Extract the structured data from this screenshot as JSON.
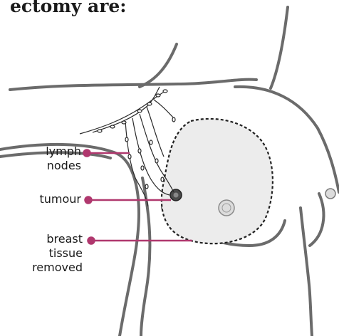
{
  "caption": "ectomy are:",
  "labels": {
    "lymph_nodes": "lymph\nnodes",
    "tumour": "tumour",
    "breast_tissue_removed": "breast\ntissue\nremoved"
  },
  "colors": {
    "leader": "#b0386e",
    "body_outline": "#6b6b6b",
    "tissue_fill": "#ececec",
    "tumour": "#4a4a4a"
  }
}
